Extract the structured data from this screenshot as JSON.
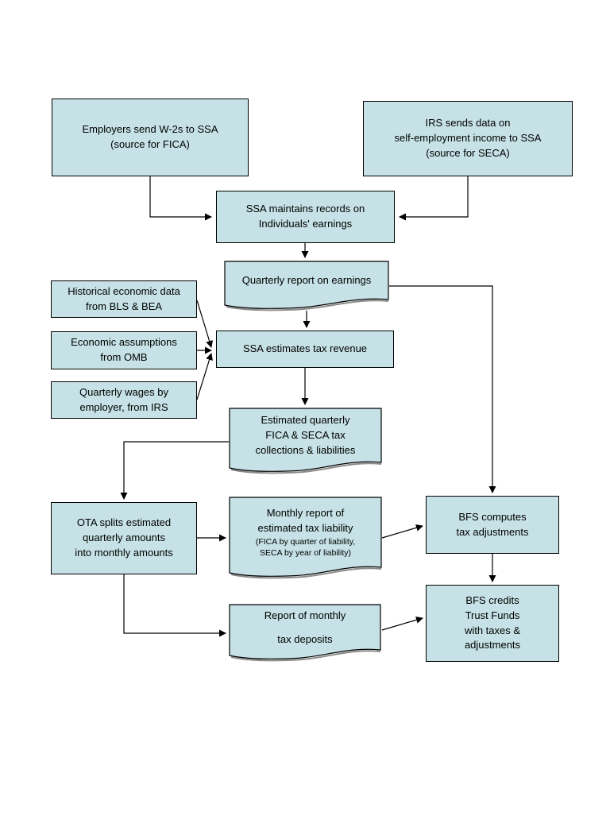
{
  "diagram": {
    "description": "Flowchart of FICA/SECA tax data among employers, IRS, SSA, OTA and BFS",
    "colors": {
      "node_fill": "#c6e2e6",
      "node_border": "#000000",
      "document_shadow": "#8a8a8a",
      "connector": "#000000",
      "page_background": "#ffffff"
    },
    "nodes": {
      "employers_w2": {
        "type": "process",
        "label": "Employers send W-2s to SSA\n(source for FICA)"
      },
      "irs_self_employment": {
        "type": "process",
        "label": "IRS sends data on\nself-employment income to SSA\n(source for SECA)"
      },
      "ssa_records": {
        "type": "process",
        "label": "SSA maintains records on\nIndividuals' earnings"
      },
      "quarterly_report": {
        "type": "document",
        "label": "Quarterly report on earnings"
      },
      "historical_data": {
        "type": "process",
        "label": "Historical economic data\nfrom BLS & BEA"
      },
      "economic_assumptions": {
        "type": "process",
        "label": "Economic assumptions\nfrom OMB"
      },
      "quarterly_wages": {
        "type": "process",
        "label": "Quarterly wages by\nemployer, from IRS"
      },
      "ssa_estimates": {
        "type": "process",
        "label": "SSA estimates tax revenue"
      },
      "estimated_collections": {
        "type": "document",
        "label": "Estimated quarterly\nFICA & SECA tax\ncollections & liabilities"
      },
      "ota_splits": {
        "type": "process",
        "label": "OTA splits estimated\nquarterly amounts\ninto monthly amounts"
      },
      "monthly_liability_report": {
        "type": "document",
        "label": "Monthly report of\nestimated tax liability",
        "sublabel": "(FICA by quarter of liability,\nSECA by year of liability)"
      },
      "bfs_computes": {
        "type": "process",
        "label": "BFS computes\ntax adjustments"
      },
      "monthly_deposits_report": {
        "type": "document",
        "label": "Report of monthly\ntax deposits"
      },
      "bfs_credits": {
        "type": "process",
        "label": "BFS credits\nTrust Funds\nwith taxes &\nadjustments"
      }
    },
    "edges": [
      {
        "from": "employers_w2",
        "to": "ssa_records"
      },
      {
        "from": "irs_self_employment",
        "to": "ssa_records"
      },
      {
        "from": "ssa_records",
        "to": "quarterly_report"
      },
      {
        "from": "quarterly_report",
        "to": "ssa_estimates"
      },
      {
        "from": "quarterly_report",
        "to": "bfs_computes"
      },
      {
        "from": "historical_data",
        "to": "ssa_estimates"
      },
      {
        "from": "economic_assumptions",
        "to": "ssa_estimates"
      },
      {
        "from": "quarterly_wages",
        "to": "ssa_estimates"
      },
      {
        "from": "ssa_estimates",
        "to": "estimated_collections"
      },
      {
        "from": "estimated_collections",
        "to": "ota_splits"
      },
      {
        "from": "ota_splits",
        "to": "monthly_liability_report"
      },
      {
        "from": "ota_splits",
        "to": "monthly_deposits_report"
      },
      {
        "from": "monthly_liability_report",
        "to": "bfs_computes"
      },
      {
        "from": "bfs_computes",
        "to": "bfs_credits"
      },
      {
        "from": "monthly_deposits_report",
        "to": "bfs_credits"
      }
    ]
  }
}
